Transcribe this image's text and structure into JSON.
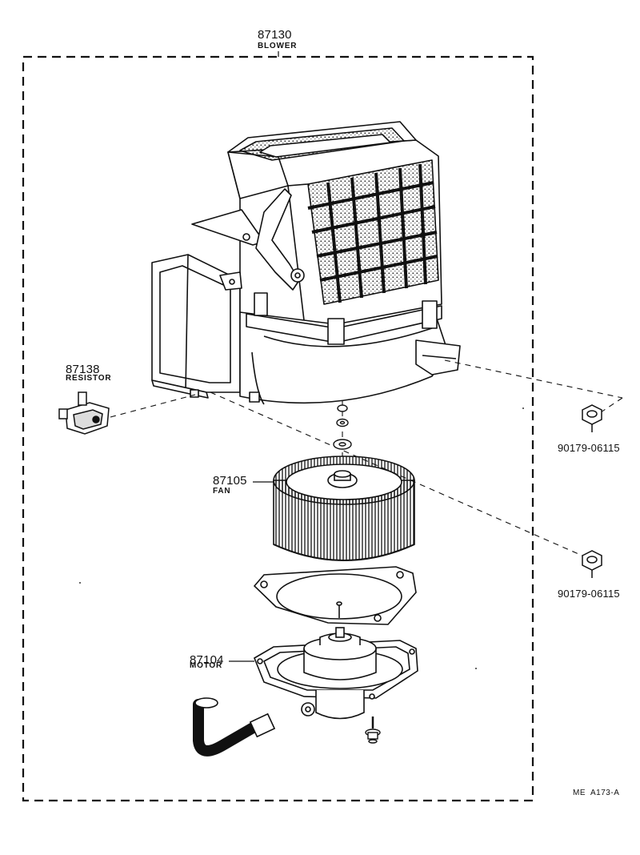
{
  "assembly": {
    "number": "87130",
    "name": "BLOWER"
  },
  "parts": {
    "resistor": {
      "number": "87138",
      "name": "RESISTOR"
    },
    "fan": {
      "number": "87105",
      "name": "FAN"
    },
    "motor": {
      "number": "87104",
      "name": "MOTOR"
    },
    "nut_upper": {
      "number": "90179-06115"
    },
    "nut_lower": {
      "number": "90179-06115"
    }
  },
  "drawing_code": "ME  A173-A"
}
